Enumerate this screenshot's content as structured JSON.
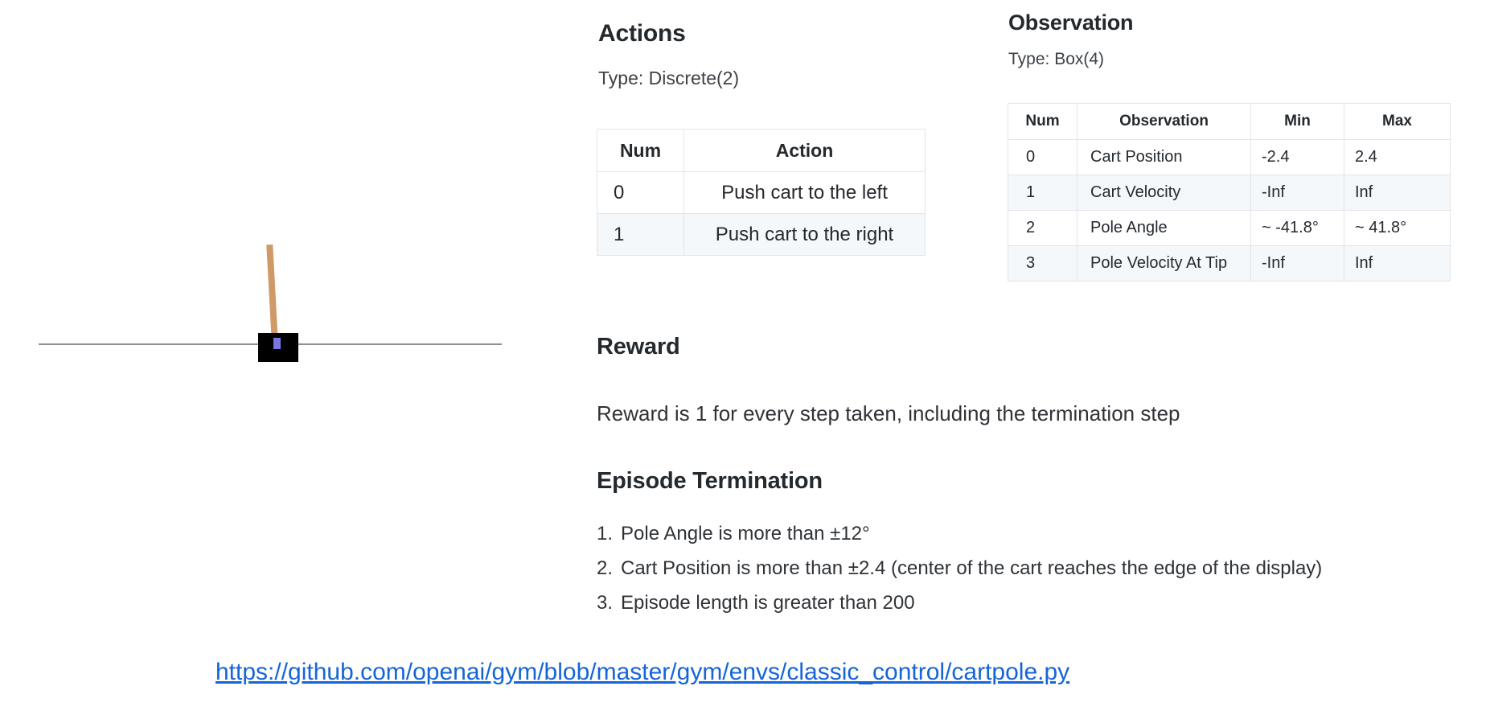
{
  "figure": {
    "name": "cartpole-environment-illustration",
    "cart_color": "#000000",
    "pole_color": "#cf9a67",
    "axle_color": "#7a75e0",
    "track_color": "#8f8f8f"
  },
  "actions": {
    "heading": "Actions",
    "type_line": "Type: Discrete(2)",
    "columns": [
      "Num",
      "Action"
    ],
    "rows": [
      {
        "num": "0",
        "action": "Push cart to the left"
      },
      {
        "num": "1",
        "action": "Push cart to the right"
      }
    ]
  },
  "observation": {
    "heading": "Observation",
    "type_line": "Type: Box(4)",
    "columns": [
      "Num",
      "Observation",
      "Min",
      "Max"
    ],
    "rows": [
      {
        "num": "0",
        "observation": "Cart Position",
        "min": "-2.4",
        "max": "2.4"
      },
      {
        "num": "1",
        "observation": "Cart Velocity",
        "min": "-Inf",
        "max": "Inf"
      },
      {
        "num": "2",
        "observation": "Pole Angle",
        "min": "~ -41.8°",
        "max": "~ 41.8°"
      },
      {
        "num": "3",
        "observation": "Pole Velocity At Tip",
        "min": "-Inf",
        "max": "Inf"
      }
    ]
  },
  "reward": {
    "heading": "Reward",
    "text": "Reward is 1 for every step taken, including the termination step"
  },
  "termination": {
    "heading": "Episode Termination",
    "items": [
      {
        "num": "1.",
        "text": "Pole Angle is more than ±12°"
      },
      {
        "num": "2.",
        "text": "Cart Position is more than ±2.4 (center of the cart reaches the edge of the display)"
      },
      {
        "num": "3.",
        "text": "Episode length is greater than 200"
      }
    ]
  },
  "source": {
    "url_text": "https://github.com/openai/gym/blob/master/gym/envs/classic_control/cartpole.py",
    "link_color": "#1565d8"
  }
}
